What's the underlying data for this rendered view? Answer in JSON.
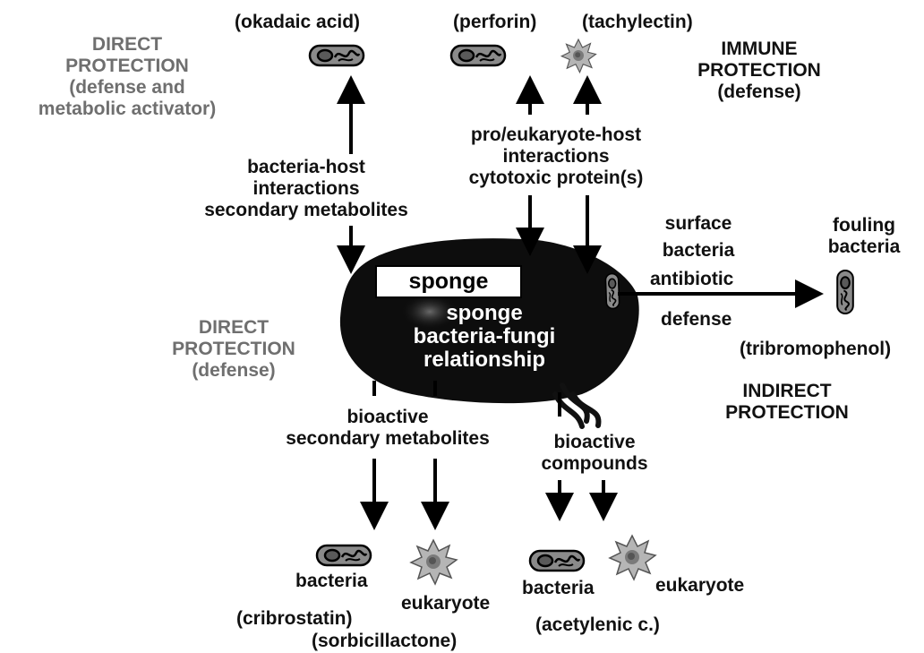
{
  "labels": {
    "okadaic": "(okadaic acid)",
    "perforin": "(perforin)",
    "tachylectin": "(tachylectin)",
    "direct_top": [
      "DIRECT",
      "PROTECTION",
      "(defense and",
      "metabolic activator)"
    ],
    "immune": [
      "IMMUNE",
      "PROTECTION",
      "(defense)"
    ],
    "bacteria_host": [
      "bacteria-host",
      "interactions",
      "secondary metabolites"
    ],
    "pro_euk": [
      "pro/eukaryote-host",
      "interactions",
      "cytotoxic protein(s)"
    ],
    "surface": [
      "surface",
      "bacteria"
    ],
    "antibiotic": "antibiotic",
    "defense_right": "defense",
    "fouling": [
      "fouling",
      "bacteria"
    ],
    "tribromophenol": "(tribromophenol)",
    "sponge_box": "sponge",
    "sponge_rel": [
      "sponge",
      "bacteria-fungi",
      "relationship"
    ],
    "direct_mid": [
      "DIRECT",
      "PROTECTION",
      "(defense)"
    ],
    "indirect": [
      "INDIRECT",
      "PROTECTION"
    ],
    "bioactive_sm": [
      "bioactive",
      "secondary metabolites"
    ],
    "bioactive_c": [
      "bioactive",
      "compounds"
    ],
    "bacteria_left": "bacteria",
    "eukaryote_left": "eukaryote",
    "cribrostatin": "(cribrostatin)",
    "sorbicillactone": "(sorbicillactone)",
    "bacteria_right": "bacteria",
    "eukaryote_right": "eukaryote",
    "acetylenic": "(acetylenic c.)"
  },
  "colors": {
    "ink": "#111111",
    "gray_text": "#6f6f6f",
    "sponge_fill": "#0d0d0d",
    "cell_fill": "#8a8a8a",
    "eukaryote_fill": "#b0b0b0"
  },
  "icons": {
    "bacterium": "rod-shaped bacterium cell",
    "eukaryote": "star-shaped eukaryotic cell"
  }
}
